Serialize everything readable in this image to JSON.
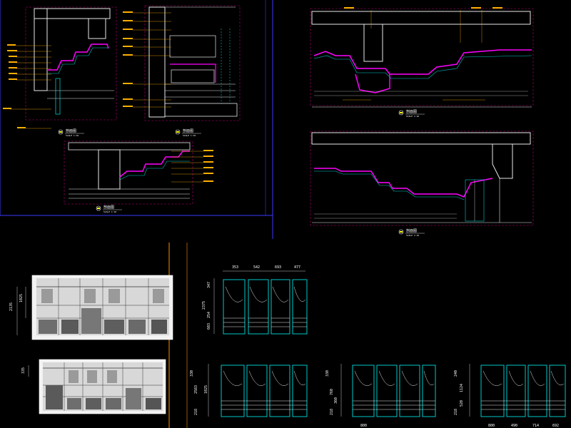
{
  "colors": {
    "background": "#000000",
    "frame": "#3a3aff",
    "border_dashed": "#b0006e",
    "wall": "#e8e8e8",
    "profile": "#ff00ff",
    "cyan": "#00c8c8",
    "annotation": "#ffb000",
    "divider": "#ff8c00",
    "dimension": "#ffffff"
  },
  "sheets": {
    "sheet_a": {
      "title": "剖面图",
      "scale": "SCALE 1:10"
    },
    "sheet_b": {
      "title": "剖面图",
      "scale": "SCALE 1:10"
    },
    "sheet_c": {
      "title": "剖面图",
      "scale": "SCALE 1:10"
    },
    "sheet_d": {
      "title": "剖面图",
      "scale": "SCALE 1:10"
    }
  },
  "wardrobe_top": {
    "widths": [
      "353",
      "542",
      "693",
      "477"
    ],
    "heights": [
      "347",
      "2375",
      "254",
      "603"
    ]
  },
  "left_elevation": {
    "overall_height": "2135",
    "upper": "1025",
    "lower_height": "335"
  },
  "bottom_units": [
    {
      "heights": [
        "330",
        "2583",
        "1025",
        "218"
      ],
      "widths": [
        "",
        "",
        "",
        ""
      ]
    },
    {
      "heights": [
        "330",
        "760",
        "360",
        "218"
      ],
      "widths": [
        "800",
        "",
        "",
        ""
      ]
    },
    {
      "heights": [
        "240",
        "1124",
        "520",
        "218"
      ],
      "widths": [
        "800",
        "490",
        "714",
        "692"
      ]
    }
  ]
}
